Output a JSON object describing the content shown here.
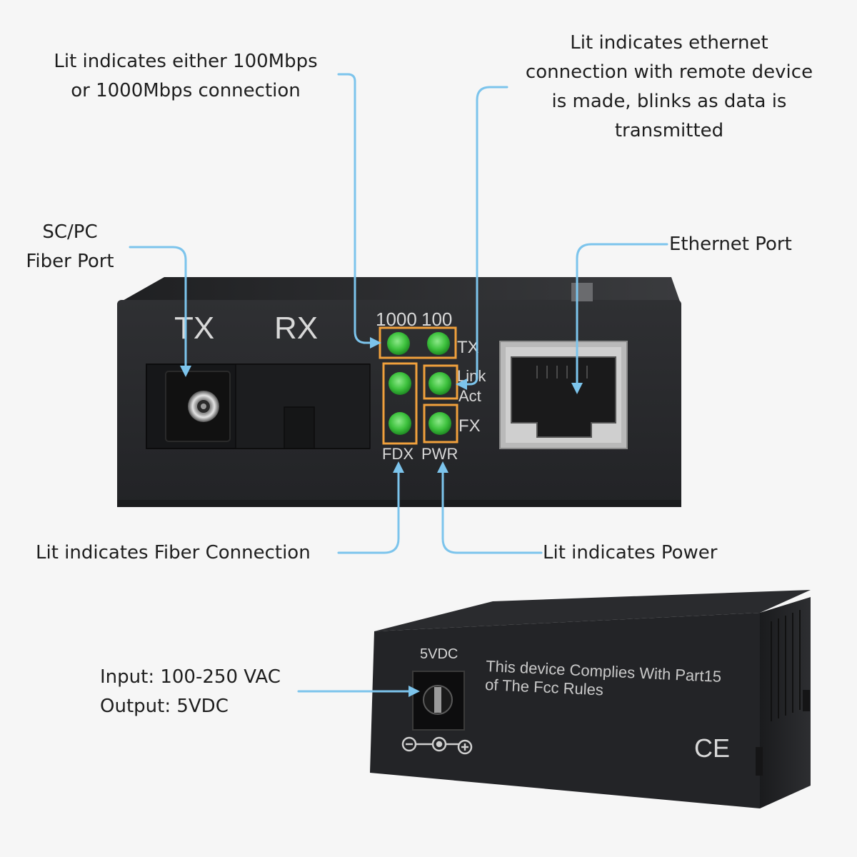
{
  "callouts": {
    "speed": [
      "Lit indicates either 100Mbps",
      "or 1000Mbps connection"
    ],
    "link": [
      "Lit indicates ethernet",
      "connection with remote device",
      "is made, blinks as data is",
      "transmitted"
    ],
    "fiber_port": [
      "SC/PC",
      "Fiber Port"
    ],
    "ethernet_port": [
      "Ethernet Port"
    ],
    "fiber_connection": [
      "Lit indicates Fiber Connection"
    ],
    "power": [
      "Lit indicates Power"
    ],
    "power_input": [
      "Input: 100-250 VAC",
      "Output: 5VDC"
    ]
  },
  "device_front": {
    "tx_label": "TX",
    "rx_label": "RX",
    "led_labels": {
      "speed_1000": "1000",
      "speed_100": "100",
      "tx": "TX",
      "link": "Link",
      "act": "Act",
      "fx": "FX",
      "fdx": "FDX",
      "pwr": "PWR"
    }
  },
  "device_back": {
    "power_label": "5VDC",
    "compliance_line1": "This device Complies With Part15",
    "compliance_line2": "of The Fcc Rules",
    "ce_mark": "CE"
  },
  "colors": {
    "connector": "#7cc4ec",
    "led": "#3ec23e",
    "led_highlight": "#f0a03c",
    "device_body": "#2b2c2f",
    "background": "#f6f6f6"
  }
}
